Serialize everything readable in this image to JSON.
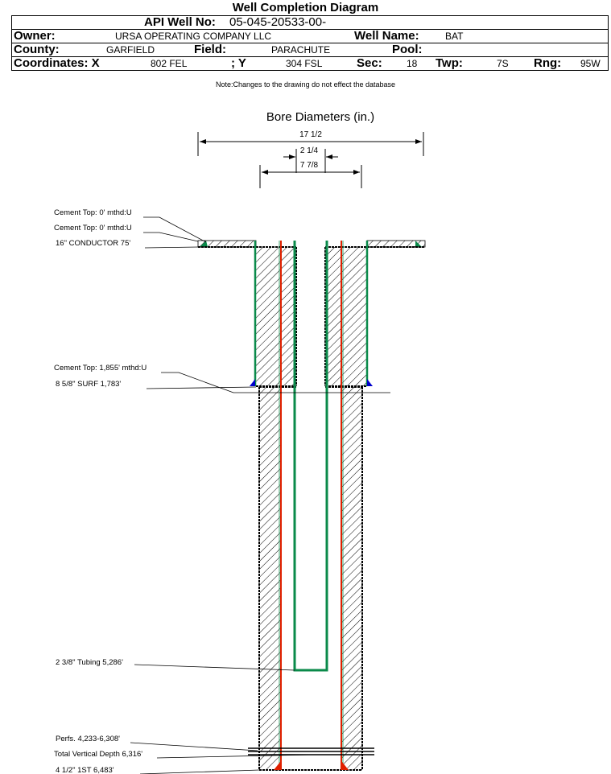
{
  "header": {
    "title": "Well Completion Diagram",
    "api_label": "API Well No:",
    "api_value": "05-045-20533-00-",
    "owner_label": "Owner:",
    "owner_value": "URSA OPERATING COMPANY LLC",
    "well_name_label": "Well Name:",
    "well_name_value": "BAT",
    "county_label": "County:",
    "county_value": "GARFIELD",
    "field_label": "Field:",
    "field_value": "PARACHUTE",
    "pool_label": "Pool:",
    "pool_value": "",
    "coord_x_label": "Coordinates: X",
    "coord_x_value": "802 FEL",
    "coord_y_label": "; Y",
    "coord_y_value": "304 FSL",
    "sec_label": "Sec:",
    "sec_value": "18",
    "twp_label": "Twp:",
    "twp_value": "7S",
    "rng_label": "Rng:",
    "rng_value": "95W"
  },
  "note": "Note:Changes to the drawing do not effect the database",
  "bore_diameters": {
    "title": "Bore Diameters (in.)",
    "outer": "17 1/2",
    "inner": "2 1/4",
    "middle": "7 7/8"
  },
  "annotations": {
    "cement_top_1": "Cement Top: 0' mthd:U",
    "cement_top_2": "Cement Top: 0' mthd:U",
    "conductor": "16\" CONDUCTOR  75'",
    "cement_top_3": "Cement Top: 1,855' mthd:U",
    "surface_casing": "8 5/8\" SURF      1,783'",
    "tubing": "2 3/8\" Tubing 5,286'",
    "perfs": "Perfs. 4,233-6,308'",
    "tvd": "Total Vertical Depth 6,316'",
    "production_casing": "4 1/2\" 1ST        6,483'"
  },
  "colors": {
    "casing_green": "#0a8a4a",
    "casing_red": "#e02000",
    "casing_brown": "#8b4513",
    "cement_blue": "#0000cc",
    "outline": "#000000"
  }
}
